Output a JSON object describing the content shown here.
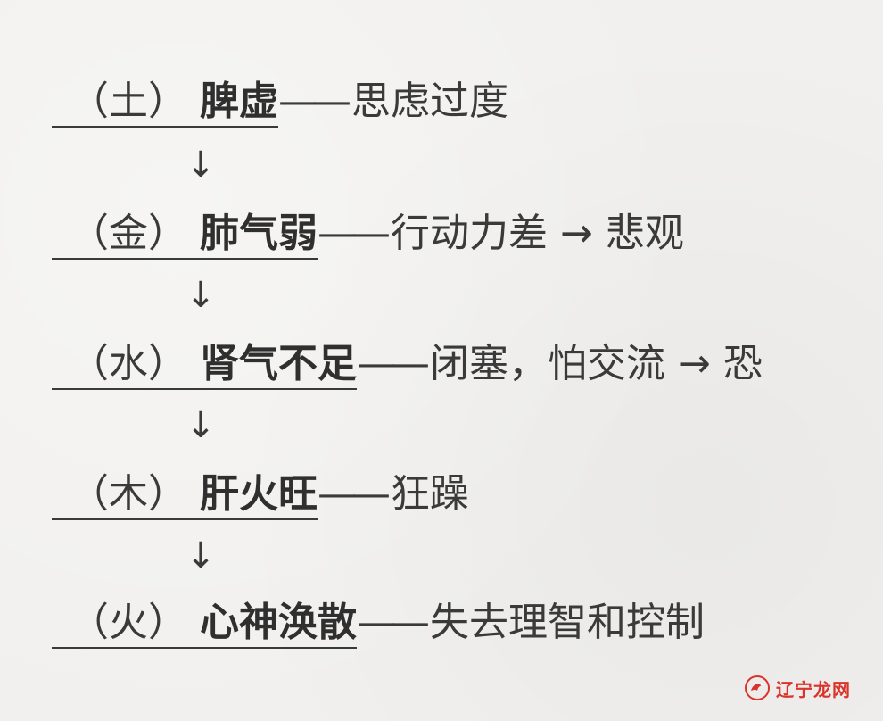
{
  "rows": [
    {
      "element": "（土）",
      "organ": "脾虚",
      "dash": "——",
      "effect": "思虑过度"
    },
    {
      "element": "（金）",
      "organ": "肺气弱",
      "dash": "——",
      "effect": "行动力差 → 悲观"
    },
    {
      "element": "（水）",
      "organ": "肾气不足",
      "dash": "——",
      "effect": "闭塞，怕交流 → 恐"
    },
    {
      "element": "（木）",
      "organ": "肝火旺",
      "dash": "——",
      "effect": "狂躁"
    },
    {
      "element": "（火）",
      "organ": "心神涣散",
      "dash": "——",
      "effect": "失去理智和控制"
    }
  ],
  "arrows": [
    "↓",
    "↓",
    "↓",
    "↓"
  ],
  "watermark": {
    "text": "辽宁龙网",
    "color": "#d9342b"
  }
}
